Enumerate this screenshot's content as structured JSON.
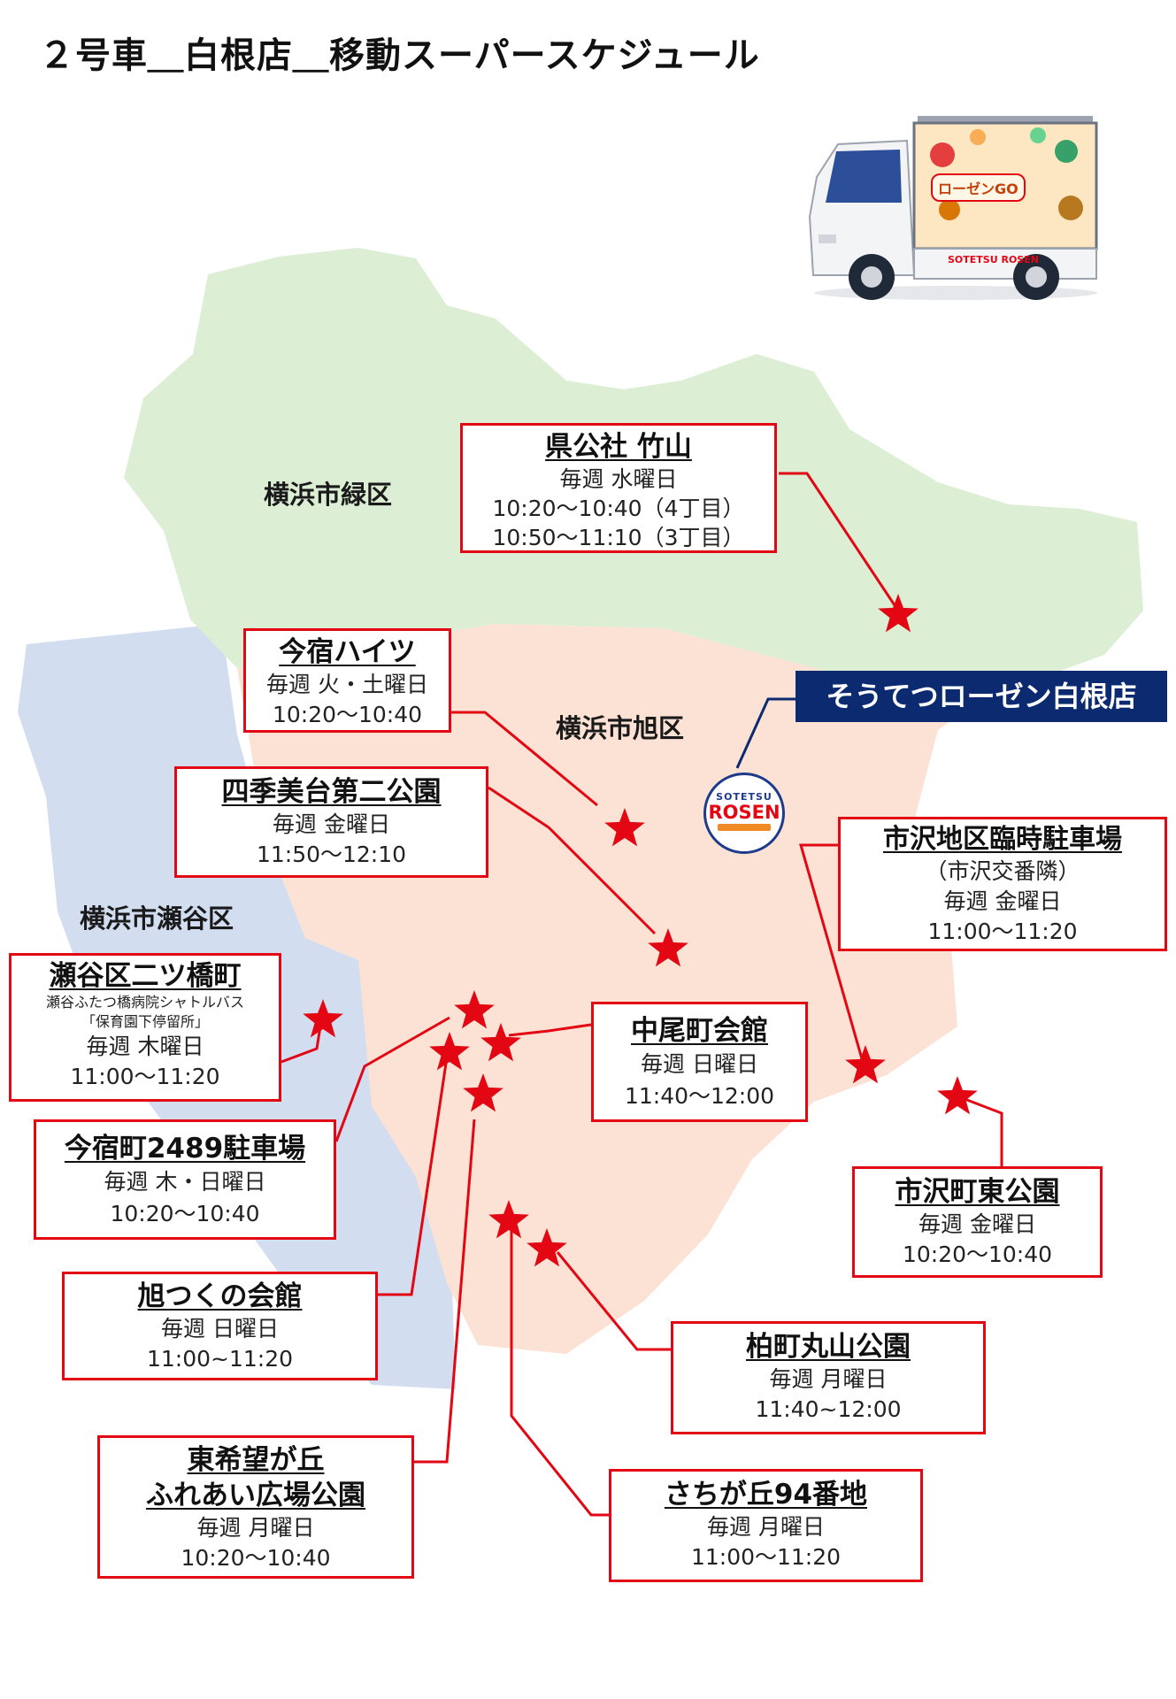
{
  "title": "２号車＿白根店＿移動スーパースケジュール",
  "colors": {
    "midori": "#dcefd4",
    "asahi": "#fbe2d4",
    "seya": "#d2ddf0",
    "accent": "#e30613",
    "navy": "#0b2a6f"
  },
  "wards": {
    "midori": "横浜市緑区",
    "asahi": "横浜市旭区",
    "seya": "横浜市瀬谷区"
  },
  "store": {
    "name": "そうてつローゼン白根店",
    "logo_top": "SOTETSU",
    "logo_main": "ROSEN"
  },
  "truck": {
    "brand": "ローゼンGO",
    "logo": "SOTETSU ROSEN",
    "icon": "delivery-truck-icon"
  },
  "stops": [
    {
      "name": "県公社 竹山",
      "lines": [
        "毎週 水曜日",
        "10:20～10:40（4丁目）",
        "10:50～11:10（3丁目）"
      ]
    },
    {
      "name": "今宿ハイツ",
      "lines": [
        "毎週 火・土曜日",
        "10:20～10:40"
      ]
    },
    {
      "name": "四季美台第二公園",
      "lines": [
        "毎週 金曜日",
        "11:50～12:10"
      ]
    },
    {
      "name": "市沢地区臨時駐車場",
      "lines": [
        "（市沢交番隣）",
        "毎週 金曜日",
        "11:00～11:20"
      ]
    },
    {
      "name": "瀬谷区二ツ橋町",
      "lines": [
        "瀬谷ふたつ橋病院シャトルバス",
        "「保育園下停留所」",
        "毎週 木曜日",
        "11:00～11:20"
      ]
    },
    {
      "name": "中尾町会館",
      "lines": [
        "毎週 日曜日",
        "11:40～12:00"
      ]
    },
    {
      "name": "今宿町2489駐車場",
      "lines": [
        "毎週 木・日曜日",
        "10:20～10:40"
      ]
    },
    {
      "name": "市沢町東公園",
      "lines": [
        "毎週 金曜日",
        "10:20～10:40"
      ]
    },
    {
      "name": "旭つくの会館",
      "lines": [
        "毎週 日曜日",
        "11:00~11:20"
      ]
    },
    {
      "name": "柏町丸山公園",
      "lines": [
        "毎週 月曜日",
        "11:40~12:00"
      ]
    },
    {
      "name": "東希望が丘",
      "name2": "ふれあい広場公園",
      "lines": [
        "毎週 月曜日",
        "10:20～10:40"
      ]
    },
    {
      "name": "さちが丘94番地",
      "lines": [
        "毎週 月曜日",
        "11:00～11:20"
      ]
    }
  ]
}
